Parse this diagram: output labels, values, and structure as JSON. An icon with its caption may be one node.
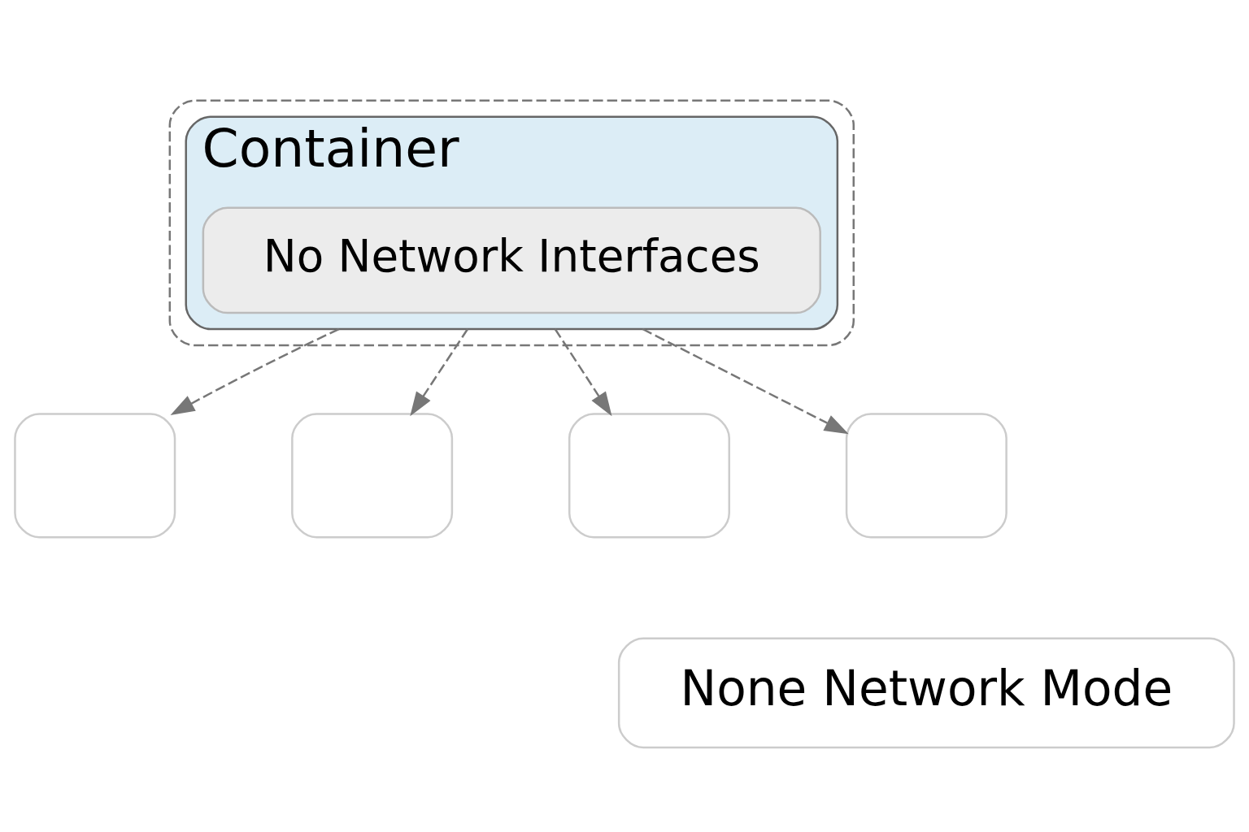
{
  "diagram": {
    "nodes": [
      {
        "text": [],
        "shape": "box"
      },
      {
        "text": [
          "Container"
        ],
        "in": 0
      },
      {
        "text": [
          "No Network Interfaces"
        ],
        "in": 1
      },
      {
        "text": [],
        "shape": "box"
      },
      {
        "text": [],
        "shape": "box"
      },
      {
        "text": [],
        "shape": "box"
      },
      {
        "text": [],
        "shape": "box"
      },
      {
        "text": [
          "None Network Mode"
        ]
      }
    ],
    "edges": [
      {
        "from": 1,
        "to": 3,
        "arrow": "to",
        "style": "dashed"
      },
      {
        "from": 1,
        "to": 4,
        "arrow": "to",
        "style": "dashed"
      },
      {
        "from": 1,
        "to": 5,
        "arrow": "to",
        "style": "dashed"
      },
      {
        "from": 1,
        "to": 6,
        "arrow": "to",
        "style": "dashed"
      }
    ]
  }
}
